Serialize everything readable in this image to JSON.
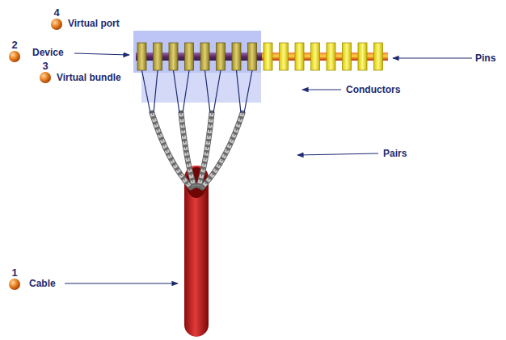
{
  "diagram": {
    "labels": [
      "4",
      "Virtual port",
      "2",
      "Device",
      "3",
      "Virtual bundle",
      "Pins",
      "Conductors",
      "Pairs",
      "1",
      "Cable"
    ]
  }
}
